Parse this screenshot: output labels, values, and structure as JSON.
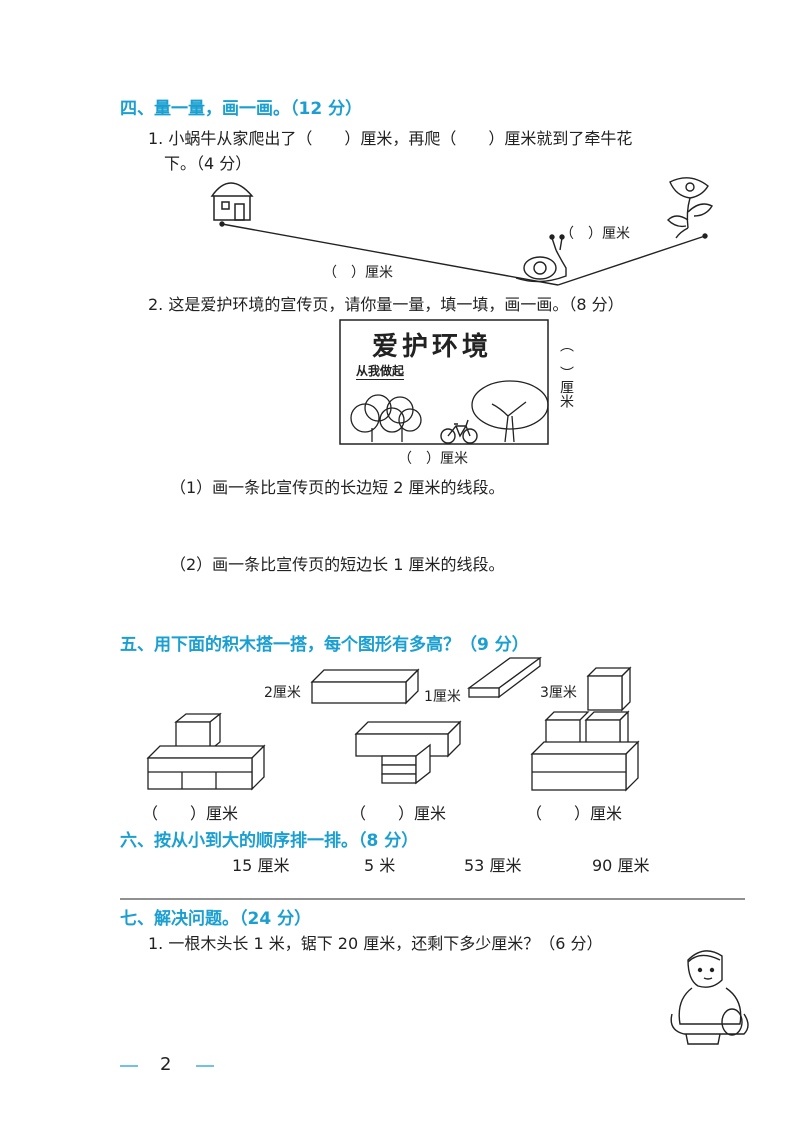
{
  "s4": {
    "heading": "四、量一量，画一画。（12 分）",
    "q1_line1": "1. 小蜗牛从家爬出了（　　）厘米，再爬（　　）厘米就到了牵牛花",
    "q1_line2": "下。（4 分）",
    "lbl_left": "（　）厘米",
    "lbl_right": "（　）厘米",
    "q2": "2. 这是爱护环境的宣传页，请你量一量，填一填，画一画。（8 分）",
    "poster_title": "爱护环境",
    "poster_sub": "从我做起",
    "side_label": "（　）厘米",
    "bottom_label": "（　）厘米",
    "sub1": "（1）画一条比宣传页的长边短 2 厘米的线段。",
    "sub2": "（2）画一条比宣传页的短边长 1 厘米的线段。"
  },
  "s5": {
    "heading": "五、用下面的积木搭一搭，每个图形有多高？（9 分）",
    "block1": "2厘米",
    "block2": "1厘米",
    "block3": "3厘米",
    "ans1": "（　　）厘米",
    "ans2": "（　　）厘米",
    "ans3": "（　　）厘米"
  },
  "s6": {
    "heading": "六、按从小到大的顺序排一排。（8 分）",
    "items": [
      "15 厘米",
      "5 米",
      "53 厘米",
      "90 厘米"
    ]
  },
  "s7": {
    "heading": "七、解决问题。（24 分）",
    "q1": "1. 一根木头长 1 米，锯下 20 厘米，还剩下多少厘米？（6 分）"
  },
  "page_number": "2",
  "colors": {
    "accent": "#1a9fd0"
  }
}
